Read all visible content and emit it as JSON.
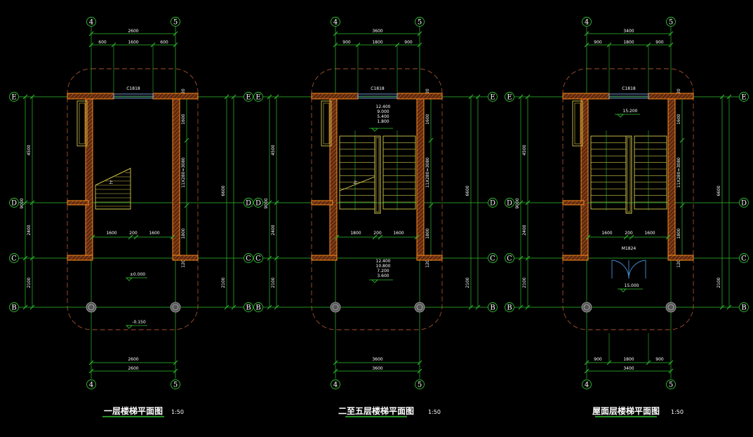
{
  "colors": {
    "background": "#000000",
    "grid_line": "#2fbf2f",
    "wall_outline": "#ff8c1a",
    "wall_hatch": "#b3471a",
    "dashed_outline": "#a0522d",
    "stair": "#d4c84a",
    "door": "#4d8fd6",
    "window": "#8fb8ff",
    "text": "#ffffff",
    "level_marker": "#2fbf2f"
  },
  "axes": {
    "verticals": [
      "4",
      "5"
    ],
    "horizontals": [
      "E",
      "D",
      "C",
      "B"
    ]
  },
  "plans": [
    {
      "id": "ground",
      "title": "一层楼梯平面图",
      "scale": "1:50",
      "window_tag": "C1818",
      "door_tag": "",
      "top_dims": {
        "total": "2600",
        "parts": [
          "600",
          "1600",
          "600"
        ]
      },
      "bottom_dims": [
        "2600",
        "2600"
      ],
      "left_dims": [
        "4500",
        "2400",
        "2100"
      ],
      "left_total": "9000",
      "right_dims": [
        "1600",
        "11X280=3080",
        "1800",
        "120"
      ],
      "right_total": "6600",
      "right_bottom": "2100",
      "inner_dims": [
        "1600",
        "200",
        "1600"
      ],
      "levels": [
        "±0.000",
        "-0.150"
      ],
      "stair_label": "上"
    },
    {
      "id": "typical",
      "title": "二至五层楼梯平面图",
      "scale": "1:50",
      "window_tag": "C1818",
      "door_tag": "",
      "top_dims": {
        "total": "3600",
        "parts": [
          "900",
          "1800",
          "900"
        ]
      },
      "bottom_dims": [
        "3600",
        "3600"
      ],
      "left_dims": [
        "4500",
        "2400",
        "2100"
      ],
      "left_total": "9000",
      "right_dims": [
        "1600",
        "11X280=3080",
        "1800",
        "120"
      ],
      "right_total": "6600",
      "right_bottom": "2100",
      "inner_dims": [
        "1800",
        "200",
        "1600"
      ],
      "levels_top": [
        "12.400",
        "9.000",
        "5.400",
        "1.800"
      ],
      "levels_bottom": [
        "12.400",
        "10.800",
        "7.200",
        "3.600"
      ],
      "stair_label": "上"
    },
    {
      "id": "roof",
      "title": "屋面层楼梯平面图",
      "scale": "1:50",
      "window_tag": "C1818",
      "door_tag": "M1824",
      "top_dims": {
        "total": "3400",
        "parts": [
          "900",
          "1800",
          "900"
        ]
      },
      "bottom_dims": [
        "900",
        "1800",
        "900",
        "3400"
      ],
      "left_dims": [
        "4500",
        "2400",
        "2100"
      ],
      "left_total": "9000",
      "right_dims": [
        "1600",
        "11X280=3080",
        "1800",
        "120"
      ],
      "right_total": "6600",
      "right_bottom": "2100",
      "inner_dims": [
        "1600",
        "200",
        "1600"
      ],
      "levels": [
        "15.200",
        "15.000"
      ]
    }
  ]
}
